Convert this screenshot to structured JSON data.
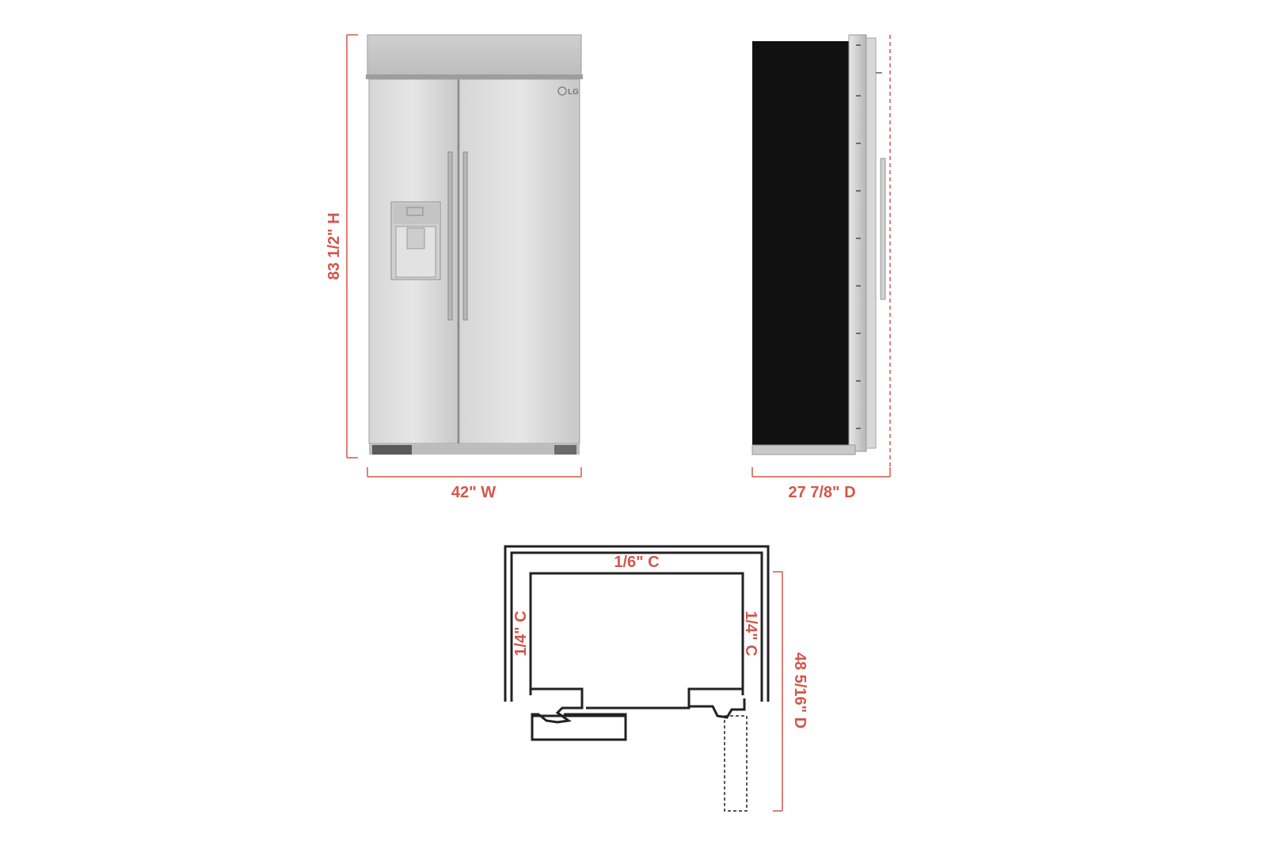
{
  "colors": {
    "dimension": "#d4564a",
    "outline": "#222222",
    "steel_light": "#dcdcdc",
    "steel_mid": "#c4c4c4",
    "steel_dark": "#a8a8a8",
    "panel_black": "#111111"
  },
  "front_view": {
    "brand": "LG",
    "height_label": "83 1/2\" H",
    "width_label": "42\" W"
  },
  "side_view": {
    "depth_label": "27 7/8\" D"
  },
  "top_view": {
    "top_clearance_label": "1/6\" C",
    "left_clearance_label": "1/4\" C",
    "right_clearance_label": "1/4\" C",
    "door_open_depth_label": "48 5/16\" D"
  }
}
